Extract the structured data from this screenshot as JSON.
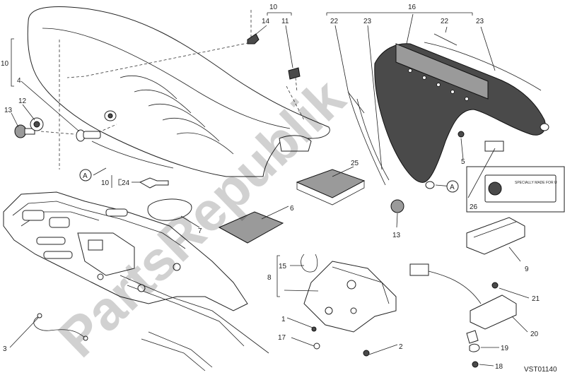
{
  "labels": {
    "p1": "1",
    "p2": "2",
    "p3": "3",
    "p4": "4",
    "p5": "5",
    "p6": "6",
    "p7": "7",
    "p8": "8",
    "p9": "9",
    "p10a": "10",
    "p10b": "10",
    "p10c": "10",
    "p11": "11",
    "p12": "12",
    "p13a": "13",
    "p13b": "13",
    "p14": "14",
    "p15": "15",
    "p16": "16",
    "p17": "17",
    "p18": "18",
    "p19": "19",
    "p20": "20",
    "p21": "21",
    "p22a": "22",
    "p22b": "22",
    "p23a": "23",
    "p23b": "23",
    "p24": "24",
    "p25": "25",
    "p26": "26",
    "refA1": "A",
    "refA2": "A"
  },
  "sticker_text": "SPECIALLY MADE FOR U",
  "watermark": "PartsRepublik",
  "drawing_code": "VST01140",
  "colors": {
    "line": "#222222",
    "watermark": "#000000",
    "part_dark": "#4a4a4a"
  }
}
